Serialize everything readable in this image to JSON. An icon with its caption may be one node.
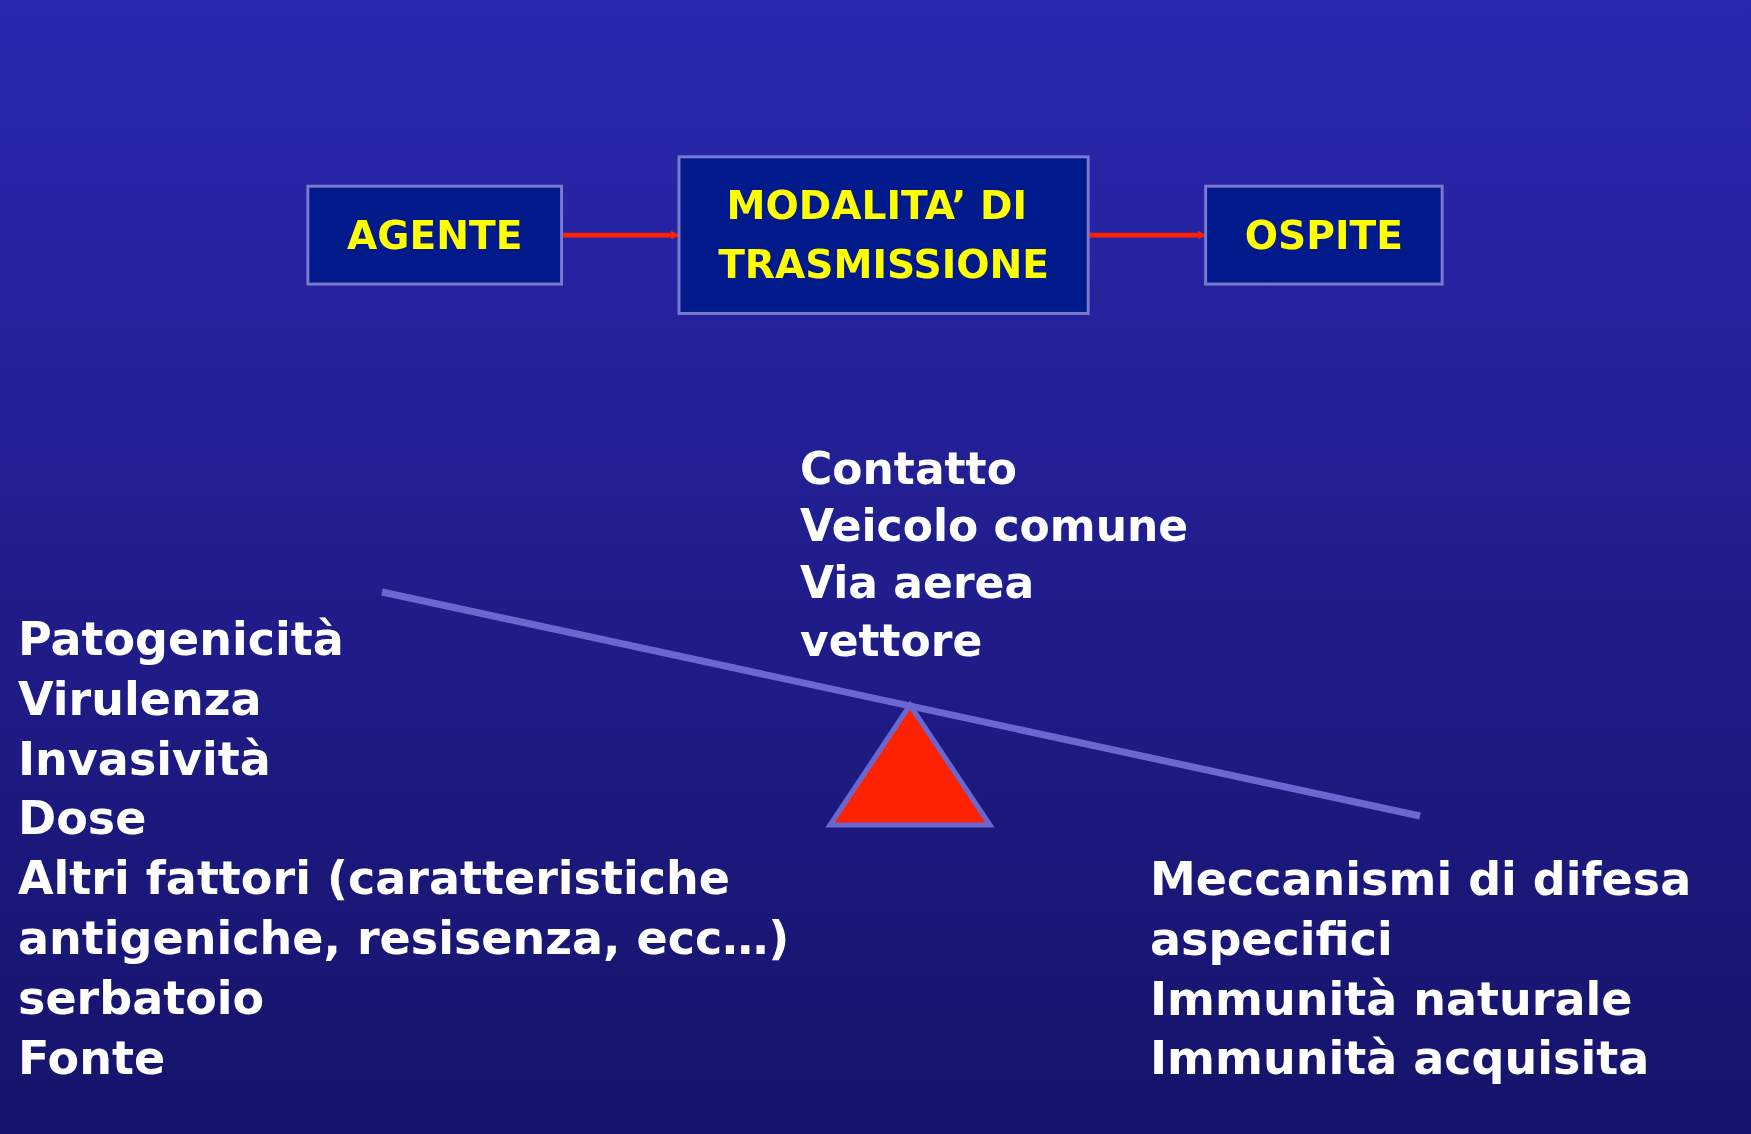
{
  "diagram": {
    "nodes": [
      {
        "text": [
          "MODALITA’ DI TRASMISSIONE"
        ],
        "beside": [
          "Contatto",
          "Veicolo comune",
          "Via aerea",
          "vettore"
        ]
      },
      {
        "text": [
          "AGENTE"
        ]
      },
      {
        "text": [
          "OSPITE"
        ]
      }
    ],
    "edges": [
      {
        "from": 1,
        "to": 0,
        "arrow": "to"
      },
      {
        "from": 0,
        "to": 2,
        "arrow": "to"
      }
    ],
    "labels": [
      "Patogenicità",
      "Virulenza",
      "Invasività",
      "Dose",
      "Altri fattori (caratteristiche antigeniche, resisenza, ecc…)",
      "serbatoio",
      "Fonte",
      "Meccanismi di difesa aspecifici",
      "Immunità naturale",
      "Immunità acquisita"
    ]
  }
}
